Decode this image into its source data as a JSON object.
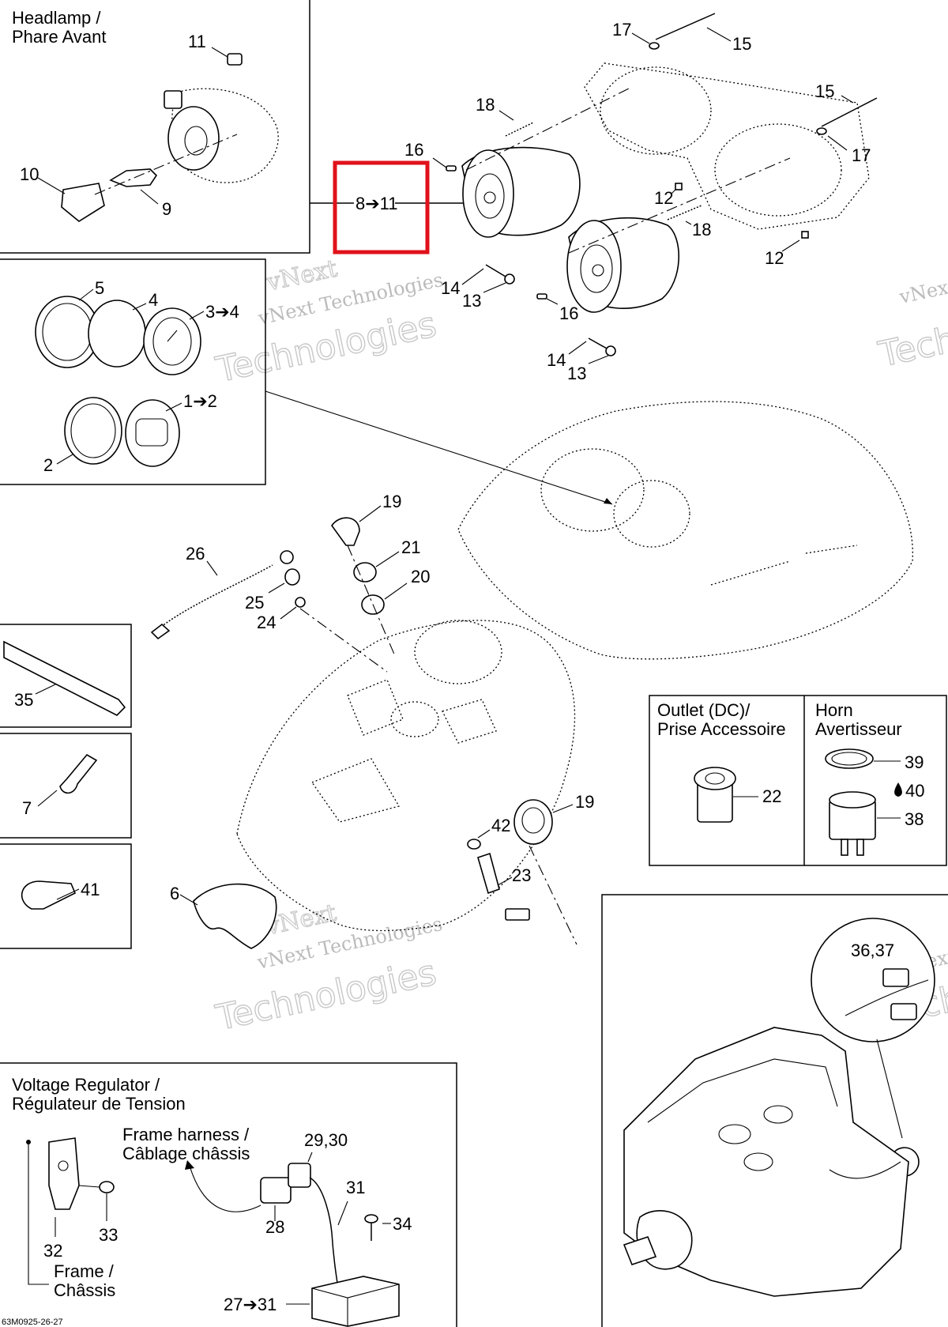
{
  "sections": {
    "headlamp": [
      "Headlamp /",
      "Phare Avant"
    ],
    "outlet": [
      "Outlet (DC)/",
      "Prise Accessoire"
    ],
    "horn": [
      "Horn",
      "Avertisseur"
    ],
    "voltage_regulator": [
      "Voltage Regulator /",
      "Régulateur de Tension"
    ],
    "frame_harness": [
      "Frame harness /",
      "Câblage châssis"
    ],
    "frame": [
      "Frame /",
      "Châssis"
    ]
  },
  "callouts": {
    "c11a": "11",
    "c10": "10",
    "c9": "9",
    "c17a": "17",
    "c15a": "15",
    "c15b": "15",
    "c17b": "17",
    "c18a": "18",
    "c18b": "18",
    "c16a": "16",
    "c16b": "16",
    "c12a": "12",
    "c12b": "12",
    "c8_11": "8➔11",
    "c14a": "14",
    "c13a": "13",
    "c14b": "14",
    "c13b": "13",
    "c5": "5",
    "c4": "4",
    "c3_4": "3➔4",
    "c1_2": "1➔2",
    "c2": "2",
    "c19a": "19",
    "c21": "21",
    "c20": "20",
    "c26": "26",
    "c25": "25",
    "c24": "24",
    "c35": "35",
    "c7": "7",
    "c41": "41",
    "c6": "6",
    "c42": "42",
    "c19b": "19",
    "c23": "23",
    "c22": "22",
    "c39": "39",
    "c40": "40",
    "c38": "38",
    "c36_37": "36,37",
    "c29_30": "29,30",
    "c28": "28",
    "c31": "31",
    "c34": "34",
    "c27_31": "27➔31",
    "c32": "32",
    "c33": "33"
  },
  "watermark": {
    "brand": "vNext",
    "company": "vNext Technologies",
    "word": "Technologies"
  },
  "footer_code": "63M0925-26-27",
  "highlight_color": "#e0121b"
}
